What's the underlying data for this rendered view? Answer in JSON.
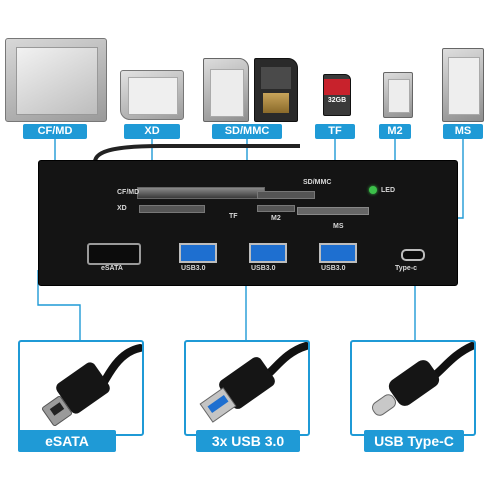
{
  "cards": {
    "cfmd": "CF/MD",
    "xd": "XD",
    "sdmmc": "SD/MMC",
    "tf": "TF",
    "m2": "M2",
    "ms": "MS"
  },
  "tf_card_text": "32GB",
  "panel": {
    "cfmd": "CF/MD",
    "xd": "XD",
    "sdmmc": "SD/MMC",
    "led": "LED",
    "tf": "TF",
    "m2": "M2",
    "ms": "MS",
    "esata": "eSATA",
    "usb1": "USB3.0",
    "usb2": "USB3.0",
    "usb3": "USB3.0",
    "typec": "Type-c"
  },
  "ports": {
    "esata": "eSATA",
    "usb": "3x USB 3.0",
    "typec": "USB Type-C"
  },
  "colors": {
    "accent": "#1f9ad6",
    "panel": "#141414",
    "led": "#3cc04a",
    "usb_blue": "#1e6fd0"
  }
}
